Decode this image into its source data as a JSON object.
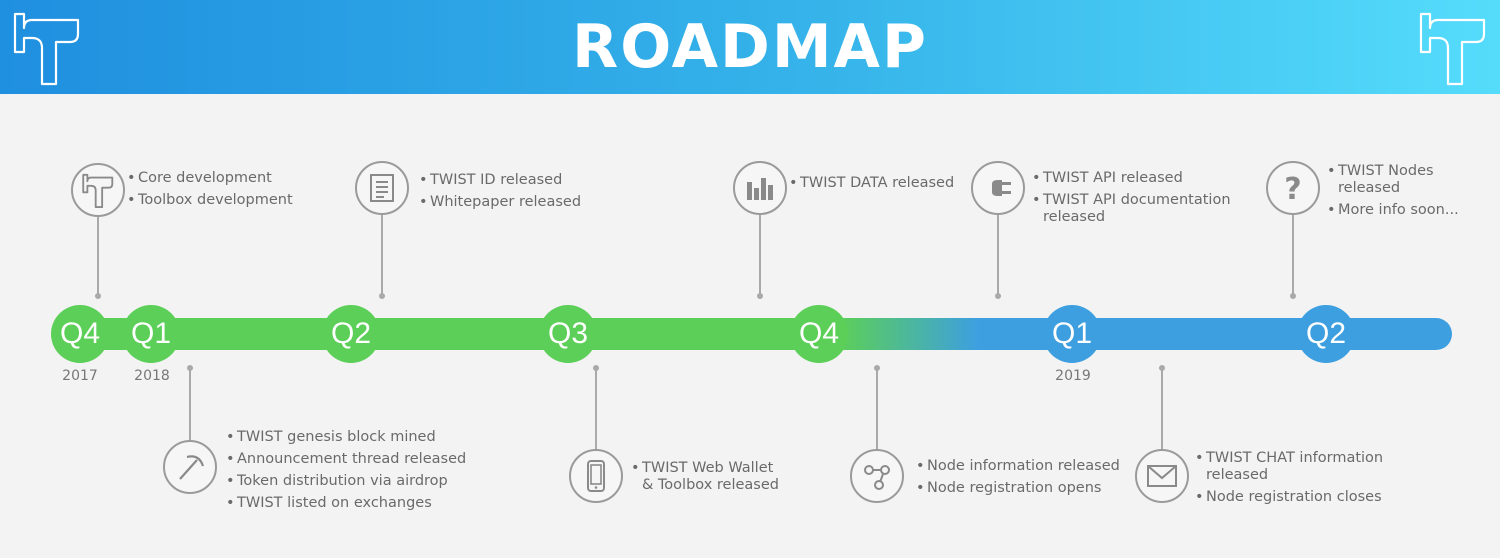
{
  "header": {
    "title": "ROADMAP"
  },
  "timeline": {
    "quarters": [
      {
        "label": "Q4",
        "year": "2017"
      },
      {
        "label": "Q1",
        "year": "2018"
      },
      {
        "label": "Q2",
        "year": ""
      },
      {
        "label": "Q3",
        "year": ""
      },
      {
        "label": "Q4",
        "year": ""
      },
      {
        "label": "Q1",
        "year": "2019"
      },
      {
        "label": "Q2",
        "year": ""
      }
    ]
  },
  "milestones": {
    "core": {
      "icon": "twist-logo-icon",
      "items": [
        "Core development",
        "Toolbox development"
      ]
    },
    "genesis": {
      "icon": "pickaxe-icon",
      "items": [
        "TWIST genesis block mined",
        "Announcement thread released",
        "Token distribution via airdrop",
        "TWIST listed on exchanges"
      ]
    },
    "id": {
      "icon": "document-icon",
      "items": [
        "TWIST ID released",
        "Whitepaper released"
      ]
    },
    "wallet": {
      "icon": "smartphone-icon",
      "items": [
        "TWIST Web Wallet\n& Toolbox released"
      ]
    },
    "data": {
      "icon": "bar-chart-icon",
      "items": [
        "TWIST DATA released"
      ]
    },
    "node_info": {
      "icon": "node-network-icon",
      "items": [
        "Node information released",
        "Node registration opens"
      ]
    },
    "api": {
      "icon": "plug-icon",
      "items": [
        "TWIST API released",
        "TWIST API documentation\nreleased"
      ]
    },
    "chat": {
      "icon": "envelope-icon",
      "items": [
        "TWIST CHAT information\nreleased",
        "Node registration closes"
      ]
    },
    "nodes": {
      "icon": "question-mark-icon",
      "items": [
        "TWIST Nodes\nreleased",
        "More info soon..."
      ]
    }
  },
  "colors": {
    "past": "#5ccf58",
    "future": "#3d9fe0",
    "header_start": "#1f8fdf",
    "header_end": "#55dcfb"
  }
}
